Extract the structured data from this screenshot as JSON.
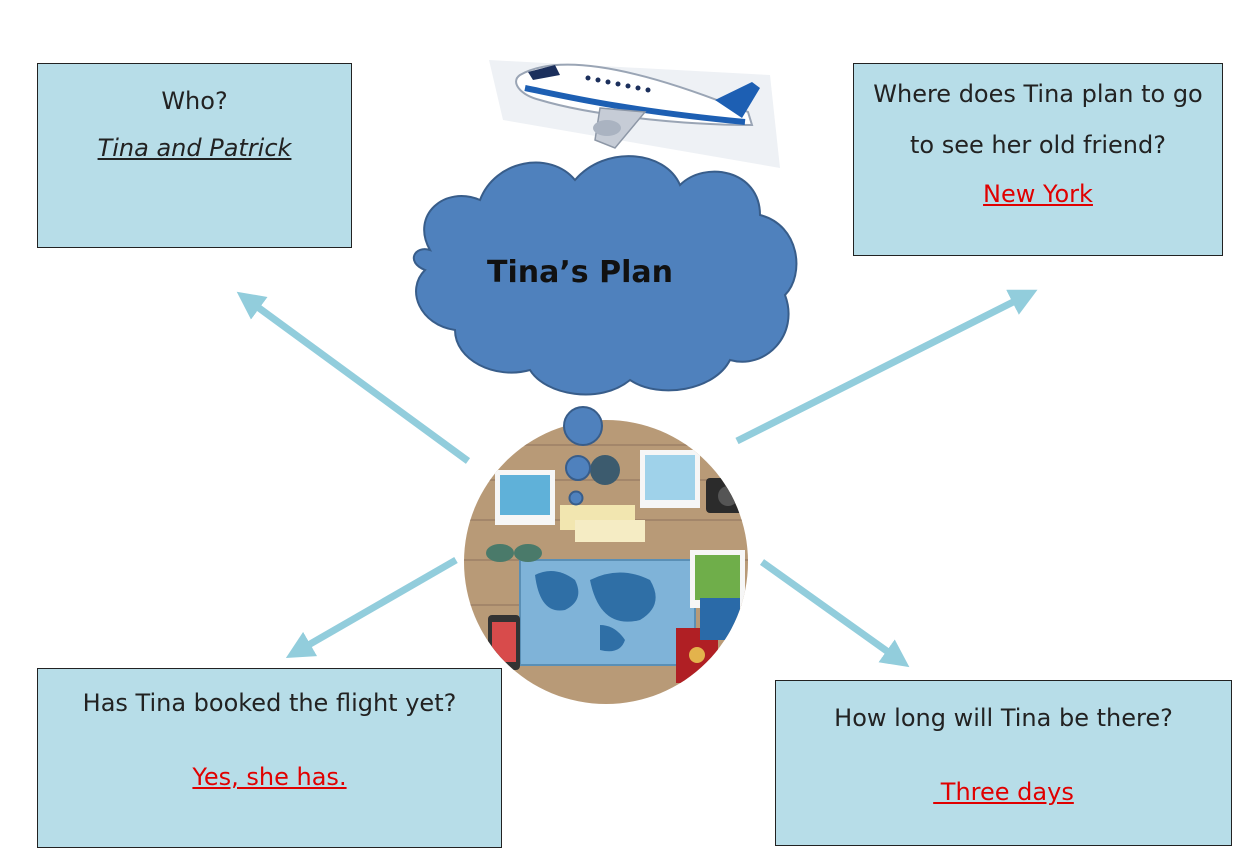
{
  "colors": {
    "box_fill": "#b7dde8",
    "cloud_fill": "#4f81bd",
    "cloud_stroke": "#385d8a",
    "arrow": "#92cddc",
    "answer_red": "#e00000"
  },
  "center": {
    "title": "Tina’s Plan"
  },
  "boxes": {
    "top_left": {
      "question": "Who?",
      "answer": "Tina and Patrick"
    },
    "top_right": {
      "question_line1": "Where does Tina plan to go",
      "question_line2": "to see her old friend?",
      "answer": "New York"
    },
    "bottom_left": {
      "question": "Has Tina booked the flight yet?",
      "answer": "Yes, she has."
    },
    "bottom_right": {
      "question": "How long will Tina be there?",
      "answer": " Three days"
    }
  },
  "images": [
    "airplane-illustration",
    "travel-desk-photo"
  ]
}
